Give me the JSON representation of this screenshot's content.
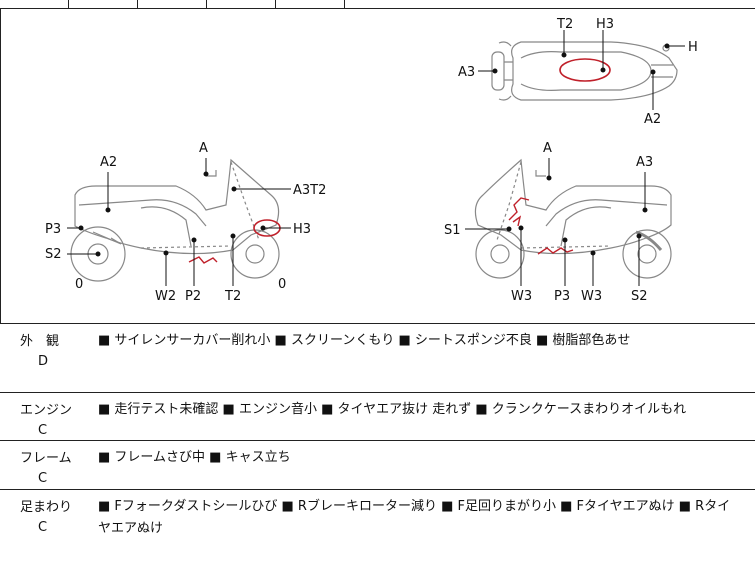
{
  "diagram": {
    "top_view_labels": [
      "T2",
      "H3",
      "H",
      "A3",
      "A2"
    ],
    "left_view_labels": [
      "A",
      "A2",
      "A3T2",
      "P3",
      "H3",
      "S2",
      "0",
      "W2",
      "P2",
      "T2",
      "0"
    ],
    "right_view_labels": [
      "A",
      "A3",
      "S1",
      "W3",
      "P3",
      "W3",
      "S2"
    ],
    "damage_color": "#c0202a"
  },
  "conditions": [
    {
      "category": "外　観",
      "grade": "D",
      "text": "■ サイレンサーカバー削れ小 ■ スクリーンくもり ■ シートスポンジ不良 ■ 樹脂部色あせ"
    },
    {
      "category": "エンジン",
      "grade": "C",
      "text": "■ 走行テスト未確認 ■ エンジン音小 ■ タイヤエア抜け 走れず ■ クランクケースまわりオイルもれ"
    },
    {
      "category": "フレーム",
      "grade": "C",
      "text": "■ フレームさび中 ■ キャス立ち"
    },
    {
      "category": "足まわり",
      "grade": "C",
      "text": "■ Fフォークダストシールひび ■ Rブレーキローター減り ■ F足回りまがり小 ■ Fタイヤエアぬけ ■ Rタイヤエアぬけ"
    }
  ]
}
